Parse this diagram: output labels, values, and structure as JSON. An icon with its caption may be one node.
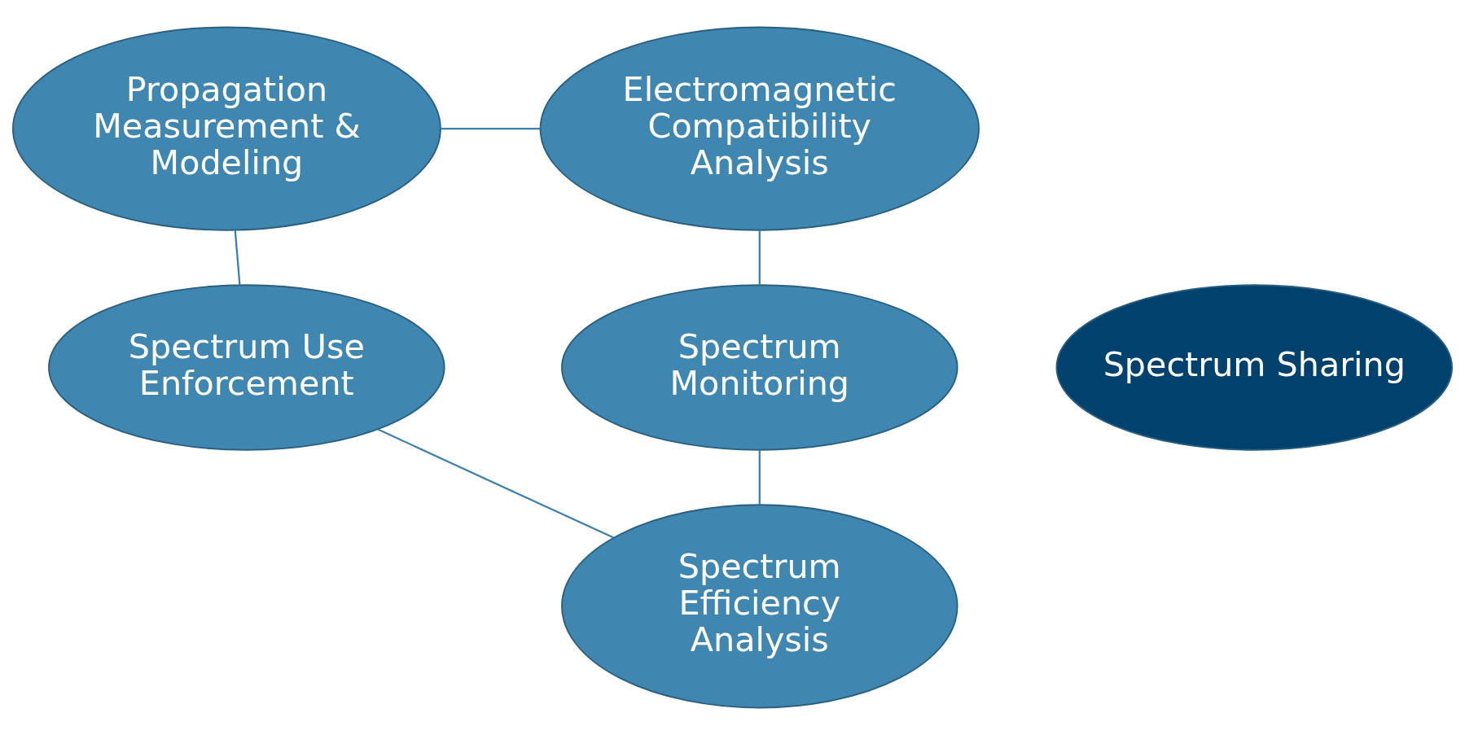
{
  "diagram": {
    "nodes": [
      {
        "text": [
          "Propagation Measurement & Modeling"
        ]
      },
      {
        "text": [
          "Electromagnetic Compatibility Analysis"
        ]
      },
      {
        "text": [
          "Spectrum Sharing"
        ]
      },
      {
        "text": [
          "Spectrum Use Enforcement"
        ]
      },
      {
        "text": [
          "Spectrum Monitoring"
        ]
      },
      {
        "text": [
          "Spectrum Efficiency Analysis"
        ]
      }
    ],
    "edges": [
      {
        "from": 0,
        "to": 1,
        "arrow": "none"
      },
      {
        "from": 1,
        "to": 4,
        "arrow": "none"
      },
      {
        "from": 4,
        "to": 5,
        "arrow": "none"
      },
      {
        "from": 5,
        "to": 3,
        "arrow": "none"
      },
      {
        "from": 3,
        "to": 0,
        "arrow": "none"
      }
    ]
  }
}
